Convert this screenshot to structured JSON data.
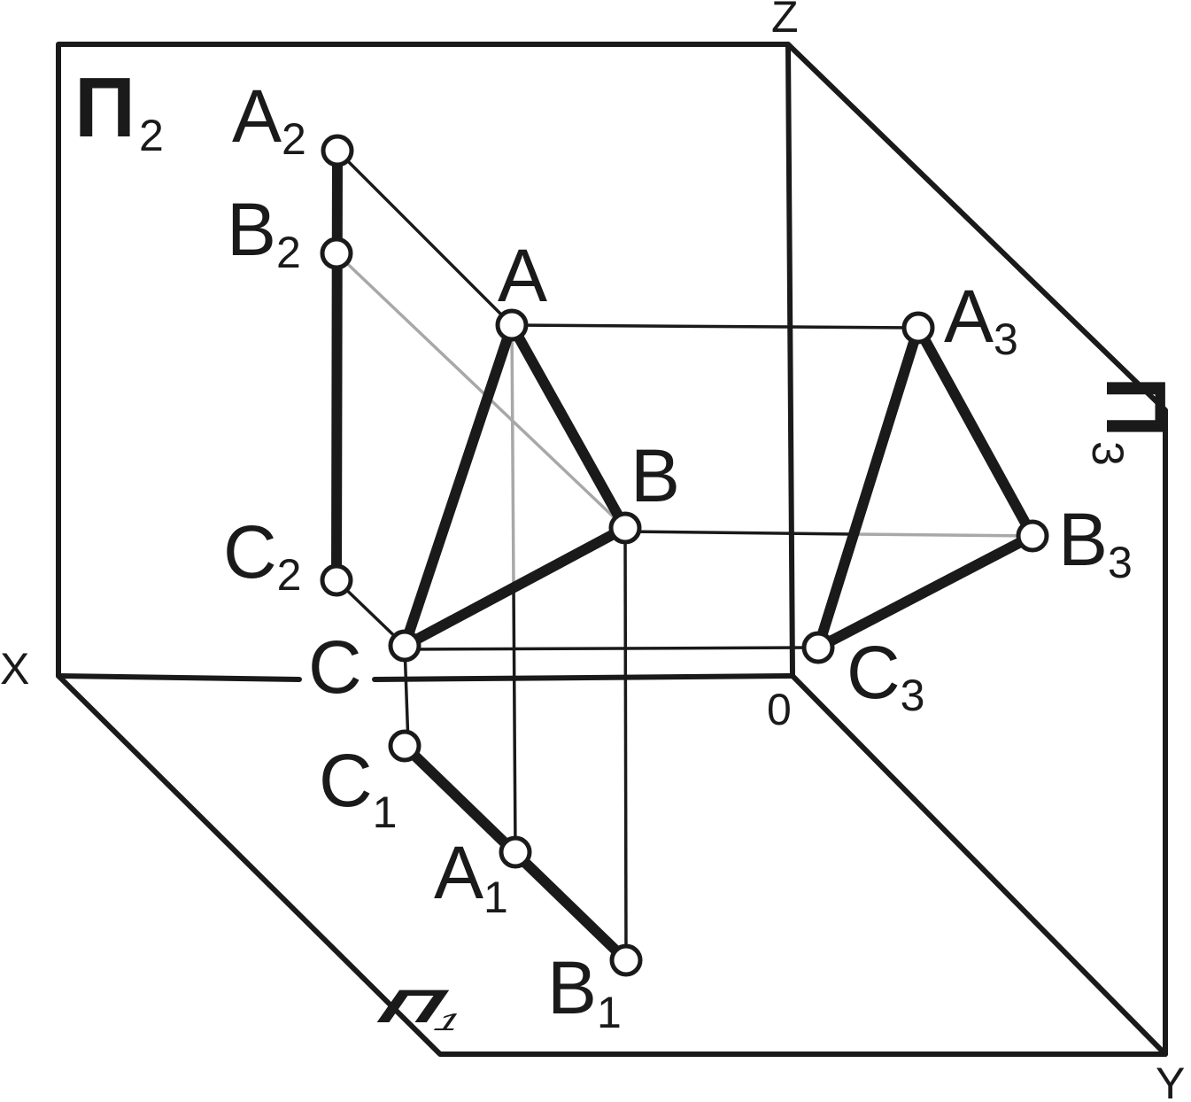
{
  "axes": {
    "x": "X",
    "y": "Y",
    "z": "Z",
    "origin": "0"
  },
  "planes": {
    "p2": "П",
    "p2_sub": "2",
    "p3": "П",
    "p3_sub": "3",
    "p1": "П",
    "p1_sub": "1"
  },
  "points": {
    "A": "A",
    "B": "B",
    "C": "C",
    "A1": "A",
    "A1_sub": "1",
    "B1": "B",
    "B1_sub": "1",
    "C1": "C",
    "C1_sub": "1",
    "A2": "A",
    "A2_sub": "2",
    "B2": "B",
    "B2_sub": "2",
    "C2": "C",
    "C2_sub": "2",
    "A3": "A",
    "A3_sub": "3",
    "B3": "B",
    "B3_sub": "3",
    "C3": "C",
    "C3_sub": "3"
  },
  "colors": {
    "ink": "#1a1a1a",
    "hidden_line": "#a8a8a8",
    "background": "#ffffff"
  }
}
